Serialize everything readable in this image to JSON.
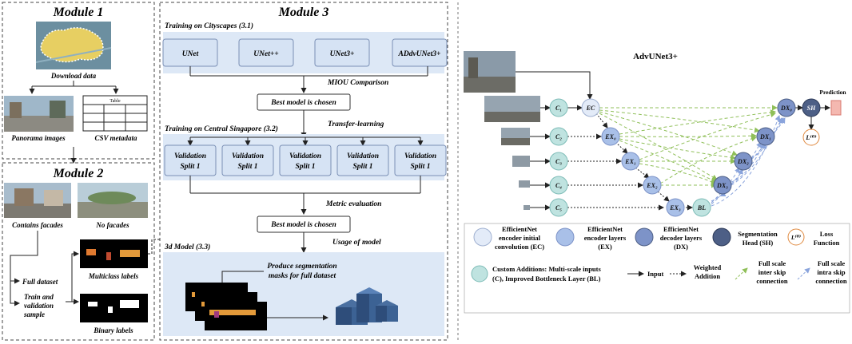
{
  "module1": {
    "title": "Module 1",
    "download": "Download data",
    "panorama": "Panorama images",
    "table_title": "Table",
    "csv": "CSV metadata"
  },
  "module2": {
    "title": "Module 2",
    "contains": "Contains facades",
    "nofacades": "No facades",
    "multiclass": "Multiclass labels",
    "binary": "Binary labels",
    "full_dataset": "Full dataset",
    "train_line1": "Train and",
    "train_line2": "validation",
    "train_line3": "sample"
  },
  "module3": {
    "title": "Module 3",
    "training_cityscapes": "Training on Cityscapes (3.1)",
    "models": [
      "UNet",
      "UNet++",
      "UNet3+",
      "ADdvUNet3+"
    ],
    "miou": "MIOU Comparison",
    "best1": "Best model is chosen",
    "transfer": "Transfer-learning",
    "training_singapore": "Training on Central Singapore (3.2)",
    "val_line1": "Validation",
    "val_line2": "Split 1",
    "metric": "Metric evaluation",
    "best2": "Best model is chosen",
    "usage": "Usage of model",
    "model3d": "3d Model (3.3)",
    "produce_line1": "Produce segmentation",
    "produce_line2": "masks for full dataset"
  },
  "adv": {
    "title": "AdvUNet3+",
    "prediction": "Prediction",
    "nodes": {
      "C1": "C₁",
      "C2": "C₂",
      "C3": "C₃",
      "C4": "C₄",
      "C5": "C₅",
      "EC": "EC",
      "EX0": "EX₀",
      "EX1": "EX₁",
      "EX2": "EX₂",
      "EX3": "EX₃",
      "BL": "BL",
      "DX0": "DX₀",
      "DX1": "DX₁",
      "DX2": "DX₂",
      "DX3": "DX₃",
      "SH": "SH",
      "L": "L⁽⁰⁾"
    },
    "legend": {
      "ec": [
        "EfficientNet",
        "encoder initial",
        "convolution (EC)"
      ],
      "ex": [
        "EfficientNet",
        "encoder layers",
        "(EX)"
      ],
      "dx": [
        "EfficientNet",
        "decoder layers",
        "(DX)"
      ],
      "sh": [
        "Segmentation",
        "Head (SH)"
      ],
      "loss": [
        "Loss",
        "Function"
      ],
      "loss_symbol": "L⁽⁰⁾",
      "custom": [
        "Custom Additions: Multi-scale inputs",
        "(C), Improved Bottleneck Layer (BL)"
      ],
      "input": "Input",
      "weighted": [
        "Weighted",
        "Addition"
      ],
      "inter": [
        "Full scale",
        "inter skip",
        "connection"
      ],
      "intra": [
        "Full scale",
        "intra skip",
        "connection"
      ]
    }
  },
  "colors": {
    "panel_bg": "#dde8f6",
    "box_fill": "#d6e3f4",
    "teal": "#bfe3e0",
    "ec": "#e3ebf8",
    "ex": "#a9c0e8",
    "dx": "#7d93c8",
    "sh": "#4d5f86",
    "green_skip": "#8fbf58",
    "blue_skip": "#8aa4dc",
    "loss_stroke": "#e08a40",
    "pred_fill": "#f4b8b0"
  }
}
